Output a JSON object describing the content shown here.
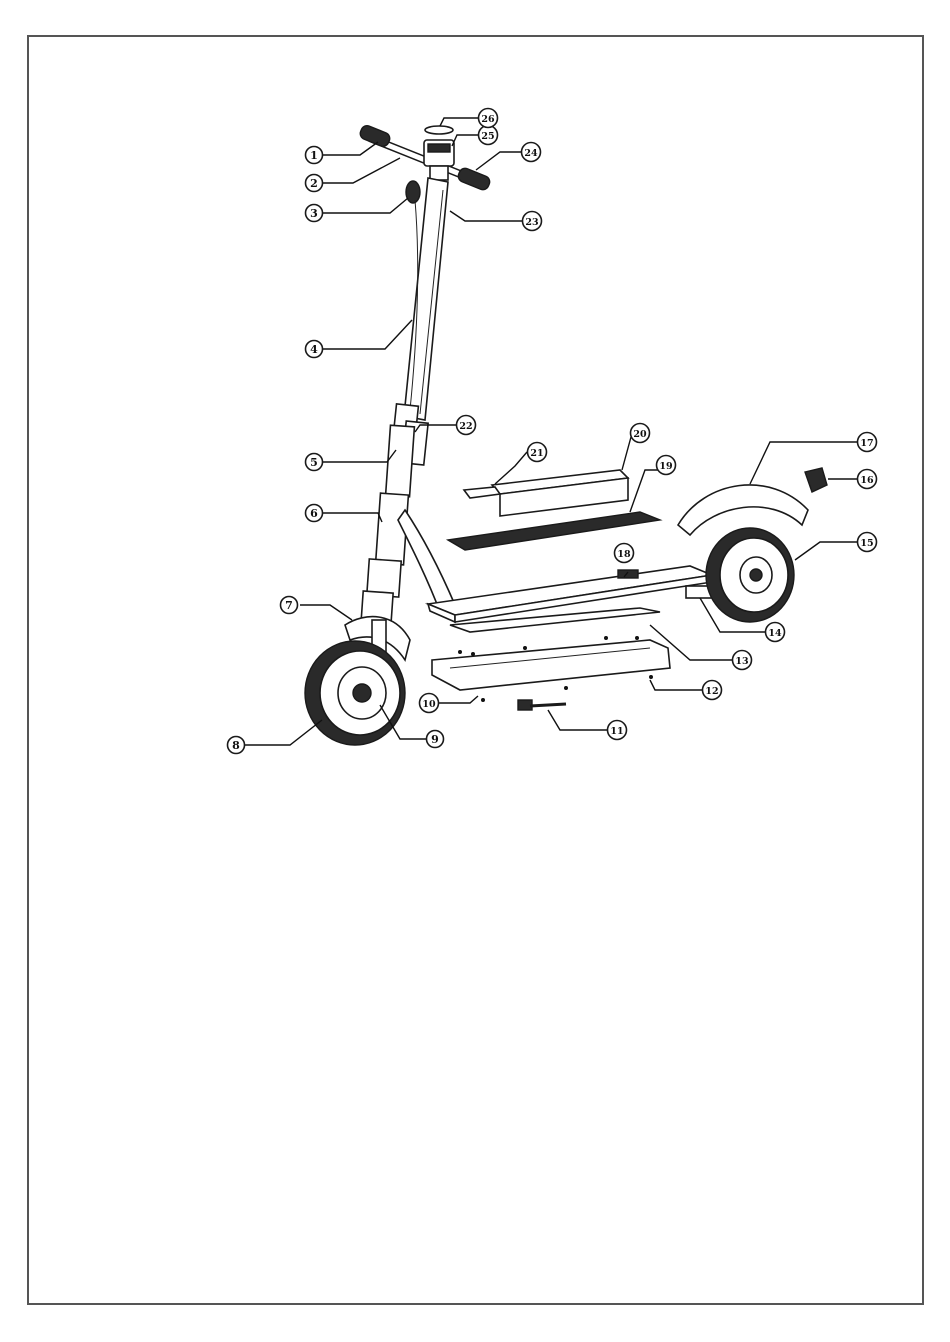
{
  "diagram": {
    "callouts": [
      "1",
      "2",
      "3",
      "4",
      "5",
      "6",
      "7",
      "8",
      "9",
      "10",
      "11",
      "12",
      "13",
      "14",
      "15",
      "16",
      "17",
      "18",
      "19",
      "20",
      "21",
      "22",
      "23",
      "24",
      "25",
      "26"
    ]
  },
  "colors": {
    "line": "#1a1a1a",
    "frame": "#555555",
    "background": "#ffffff"
  }
}
